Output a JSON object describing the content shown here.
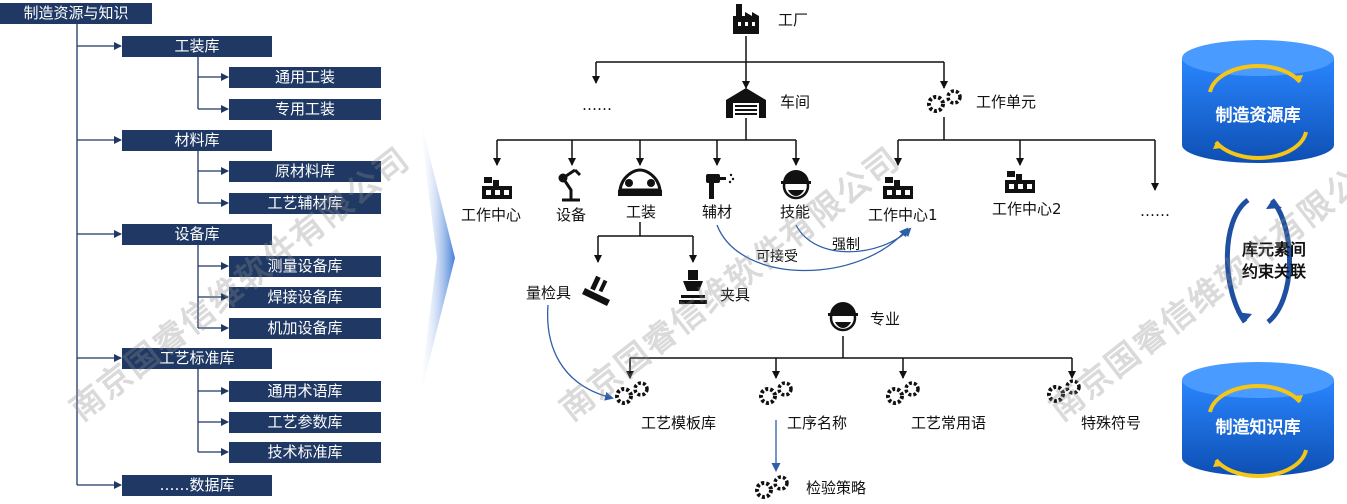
{
  "left_tree": {
    "root": "制造资源与知识",
    "categories": [
      {
        "label": "工装库",
        "children": [
          "通用工装",
          "专用工装"
        ]
      },
      {
        "label": "材料库",
        "children": [
          "原材料库",
          "工艺辅材库"
        ]
      },
      {
        "label": "设备库",
        "children": [
          "测量设备库",
          "焊接设备库",
          "机加设备库"
        ]
      },
      {
        "label": "工艺标准库",
        "children": [
          "通用术语库",
          "工艺参数库",
          "技术标准库"
        ]
      },
      {
        "label": "……数据库",
        "children": []
      }
    ]
  },
  "hierarchy": {
    "factory": "工厂",
    "ellipsis_left": "……",
    "workshop": "车间",
    "work_unit": "工作单元",
    "workshop_children": [
      "工作中心",
      "设备",
      "工装",
      "辅材",
      "技能"
    ],
    "unit_children": [
      "工作中心1",
      "工作中心2",
      "……"
    ],
    "tooling_children": [
      "量检具",
      "夹具"
    ],
    "relation_accept": "可接受",
    "relation_force": "强制",
    "specialty": "专业",
    "specialty_children": [
      "工艺模板库",
      "工序名称",
      "工艺常用语",
      "特殊符号"
    ],
    "inspection": "检验策略"
  },
  "right_panel": {
    "db_resource": "制造资源库",
    "db_knowledge": "制造知识库",
    "constraint_line1": "库元素间",
    "constraint_line2": "约束关联"
  },
  "watermark": "南京国睿信维软件有限公司",
  "colors": {
    "box": "#1f3864",
    "db_blue": "#1565d8",
    "arrow_yellow": "#f5c518",
    "arrow_blue": "#2e5fa8",
    "line": "#111111"
  }
}
